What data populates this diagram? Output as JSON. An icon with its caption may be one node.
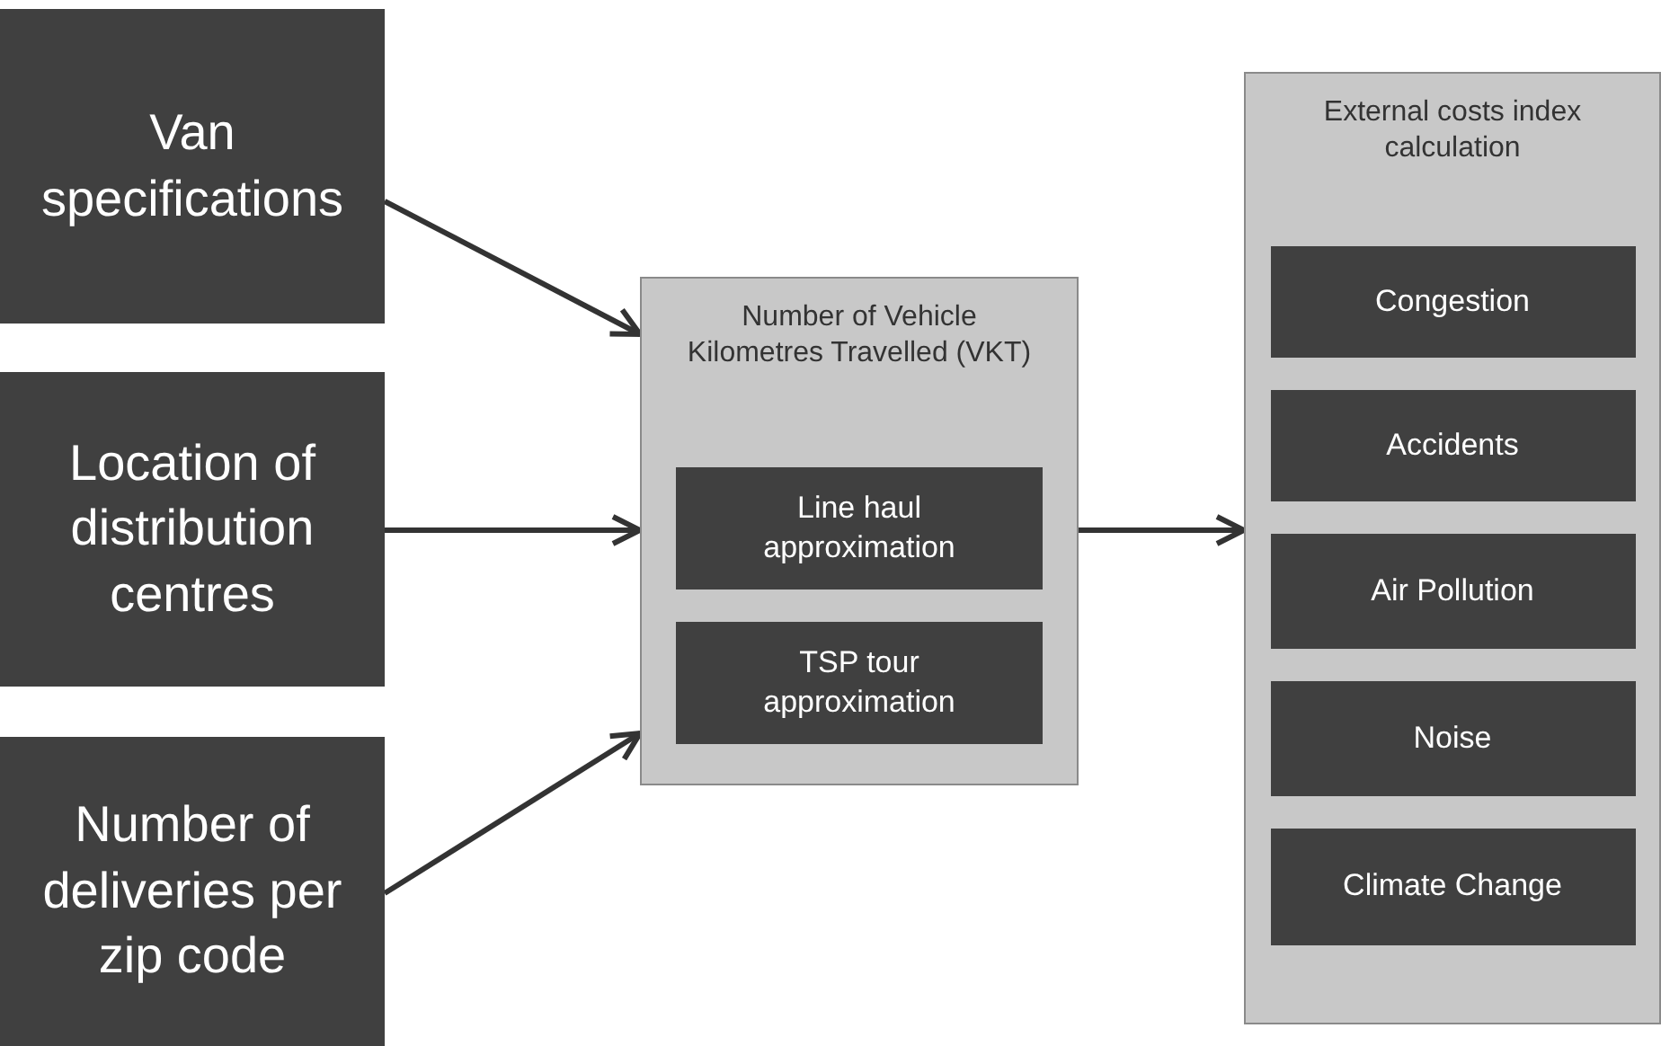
{
  "diagram": {
    "nodes": [
      {
        "text": [
          "Van specifications"
        ]
      },
      {
        "text": [
          "Location of distribution centres"
        ]
      },
      {
        "text": [
          "Number of deliveries per zip code"
        ]
      },
      {
        "text": [
          "Number of Vehicle Kilometres Travelled (VKT)"
        ]
      },
      {
        "text": [
          "Line haul approximation"
        ],
        "in": 3
      },
      {
        "text": [
          "TSP tour approximation"
        ],
        "in": 3
      },
      {
        "text": [
          "External costs index calculation"
        ]
      },
      {
        "text": [
          "Congestion"
        ],
        "in": 6
      },
      {
        "text": [
          "Accidents"
        ],
        "in": 6
      },
      {
        "text": [
          "Air Pollution"
        ],
        "in": 6
      },
      {
        "text": [
          "Noise"
        ],
        "in": 6
      },
      {
        "text": [
          "Climate Change"
        ],
        "in": 6
      }
    ],
    "edges": [
      {
        "from": 0,
        "to": 3,
        "arrow": "to"
      },
      {
        "from": 1,
        "to": 3,
        "arrow": "to"
      },
      {
        "from": 2,
        "to": 3,
        "arrow": "to"
      },
      {
        "from": 3,
        "to": 6,
        "arrow": "to"
      }
    ]
  }
}
